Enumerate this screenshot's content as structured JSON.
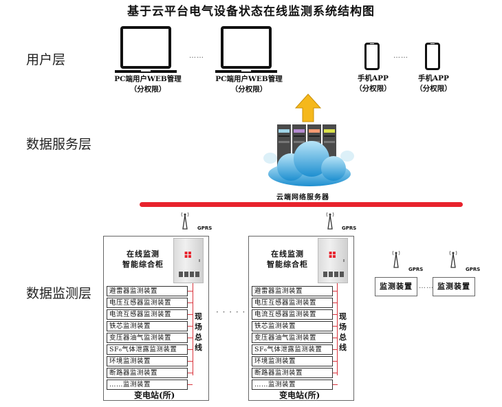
{
  "title": "基于云平台电气设备状态在线监测系统结构图",
  "layers": {
    "user": "用户层",
    "service": "数据服务层",
    "monitor": "数据监测层"
  },
  "user_devices": [
    {
      "line1": "PC端用户WEB管理",
      "line2": "（分权限）",
      "icon": "laptop-icon"
    },
    {
      "line1": "PC端用户WEB管理",
      "line2": "（分权限）",
      "icon": "laptop-icon"
    },
    {
      "line1": "手机APP",
      "line2": "（分权限）",
      "icon": "phone-icon"
    },
    {
      "line1": "手机APP",
      "line2": "（分权限）",
      "icon": "phone-icon"
    }
  ],
  "ellipsis": "……",
  "cloud": {
    "label": "云端网络服务器",
    "arrow_color": "#f5b81c",
    "bus_color": "#e8232d",
    "server_led_colors": [
      "#9fd3e6",
      "#b58bd0",
      "#f59a72",
      "#d9e04a"
    ]
  },
  "gprs_label": "GPRS",
  "substations": [
    {
      "cabinet_label_1": "在线监测",
      "cabinet_label_2": "智能综合柜",
      "bus_label": "现场总线",
      "station_label": "变电站(所)",
      "devices": [
        "避雷器监测装置",
        "电压互感器监测装置",
        "电流互感器监测装置",
        "铁芯监测装置",
        "变压器油气监测装置",
        "SF₆气体泄露监测装置",
        "环境监测装置",
        "断路器监测装置",
        "……监测装置"
      ]
    },
    {
      "cabinet_label_1": "在线监测",
      "cabinet_label_2": "智能综合柜",
      "bus_label": "现场总线",
      "station_label": "变电站(所)",
      "devices": [
        "避雷器监测装置",
        "电压互感器监测装置",
        "电流互感器监测装置",
        "铁芯监测装置",
        "变压器油气监测装置",
        "SF₆气体泄露监测装置",
        "环境监测装置",
        "断路器监测装置",
        "……监测装置"
      ]
    }
  ],
  "standalone_monitors": [
    "监测装置",
    "监测装置"
  ],
  "between_stations_dots": "· · · · · ·",
  "monitor_dots": "……"
}
